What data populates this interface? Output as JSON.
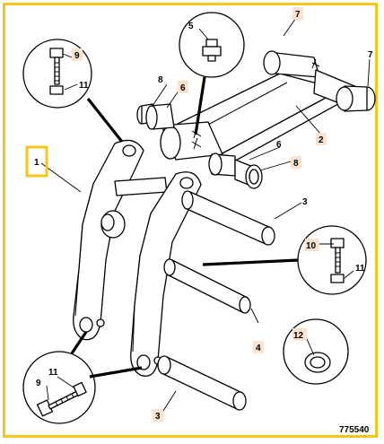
{
  "diagram": {
    "reference_number": "775540",
    "highlight_color": "#f5c518",
    "label_fill": "#fbe3cf",
    "callouts": {
      "c1": "1",
      "c2": "2",
      "c3a": "3",
      "c3b": "3",
      "c4": "4",
      "c5": "5",
      "c6a": "6",
      "c6b": "6",
      "c7a": "7",
      "c7b": "7",
      "c8a": "8",
      "c8b": "8",
      "c9a": "9",
      "c9b": "9",
      "c10": "10",
      "c11a": "11",
      "c11b": "11",
      "c11c": "11",
      "c12": "12"
    }
  }
}
